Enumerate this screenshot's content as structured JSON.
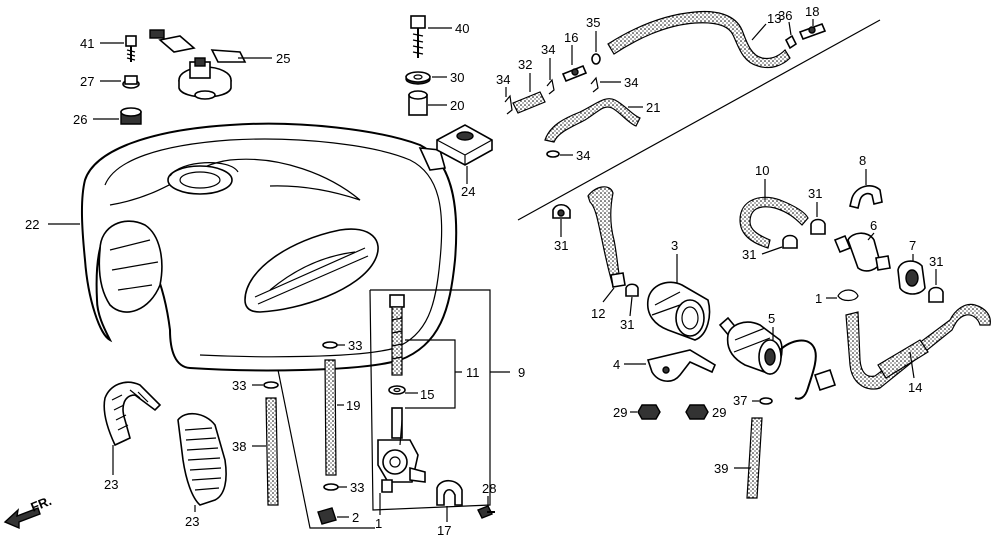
{
  "callouts": {
    "c41": "41",
    "c25": "25",
    "c27": "27",
    "c26": "26",
    "c40": "40",
    "c30": "30",
    "c20": "20",
    "c24": "24",
    "c22": "22",
    "c23a": "23",
    "c23b": "23",
    "c38": "38",
    "c33a": "33",
    "c33b": "33",
    "c33c": "33",
    "c19": "19",
    "c2": "2",
    "c11": "11",
    "c15": "15",
    "c9": "9",
    "c1a": "1",
    "c17": "17",
    "c28": "28",
    "c34a": "34",
    "c32": "32",
    "c34b": "34",
    "c16a": "16",
    "c35": "35",
    "c34c": "34",
    "c34d": "34",
    "c21": "21",
    "c13": "13",
    "c36": "36",
    "c16b": "16",
    "c18": "18",
    "c31a": "31",
    "c12": "12",
    "c31b": "31",
    "c3": "3",
    "c4": "4",
    "c29a": "29",
    "c29b": "29",
    "c10": "10",
    "c31c": "31",
    "c31d": "31",
    "c5": "5",
    "c37": "37",
    "c39": "39",
    "c8": "8",
    "c6": "6",
    "c7": "7",
    "c31e": "31",
    "c1b": "1",
    "c14": "14"
  },
  "direction_label": "FR."
}
